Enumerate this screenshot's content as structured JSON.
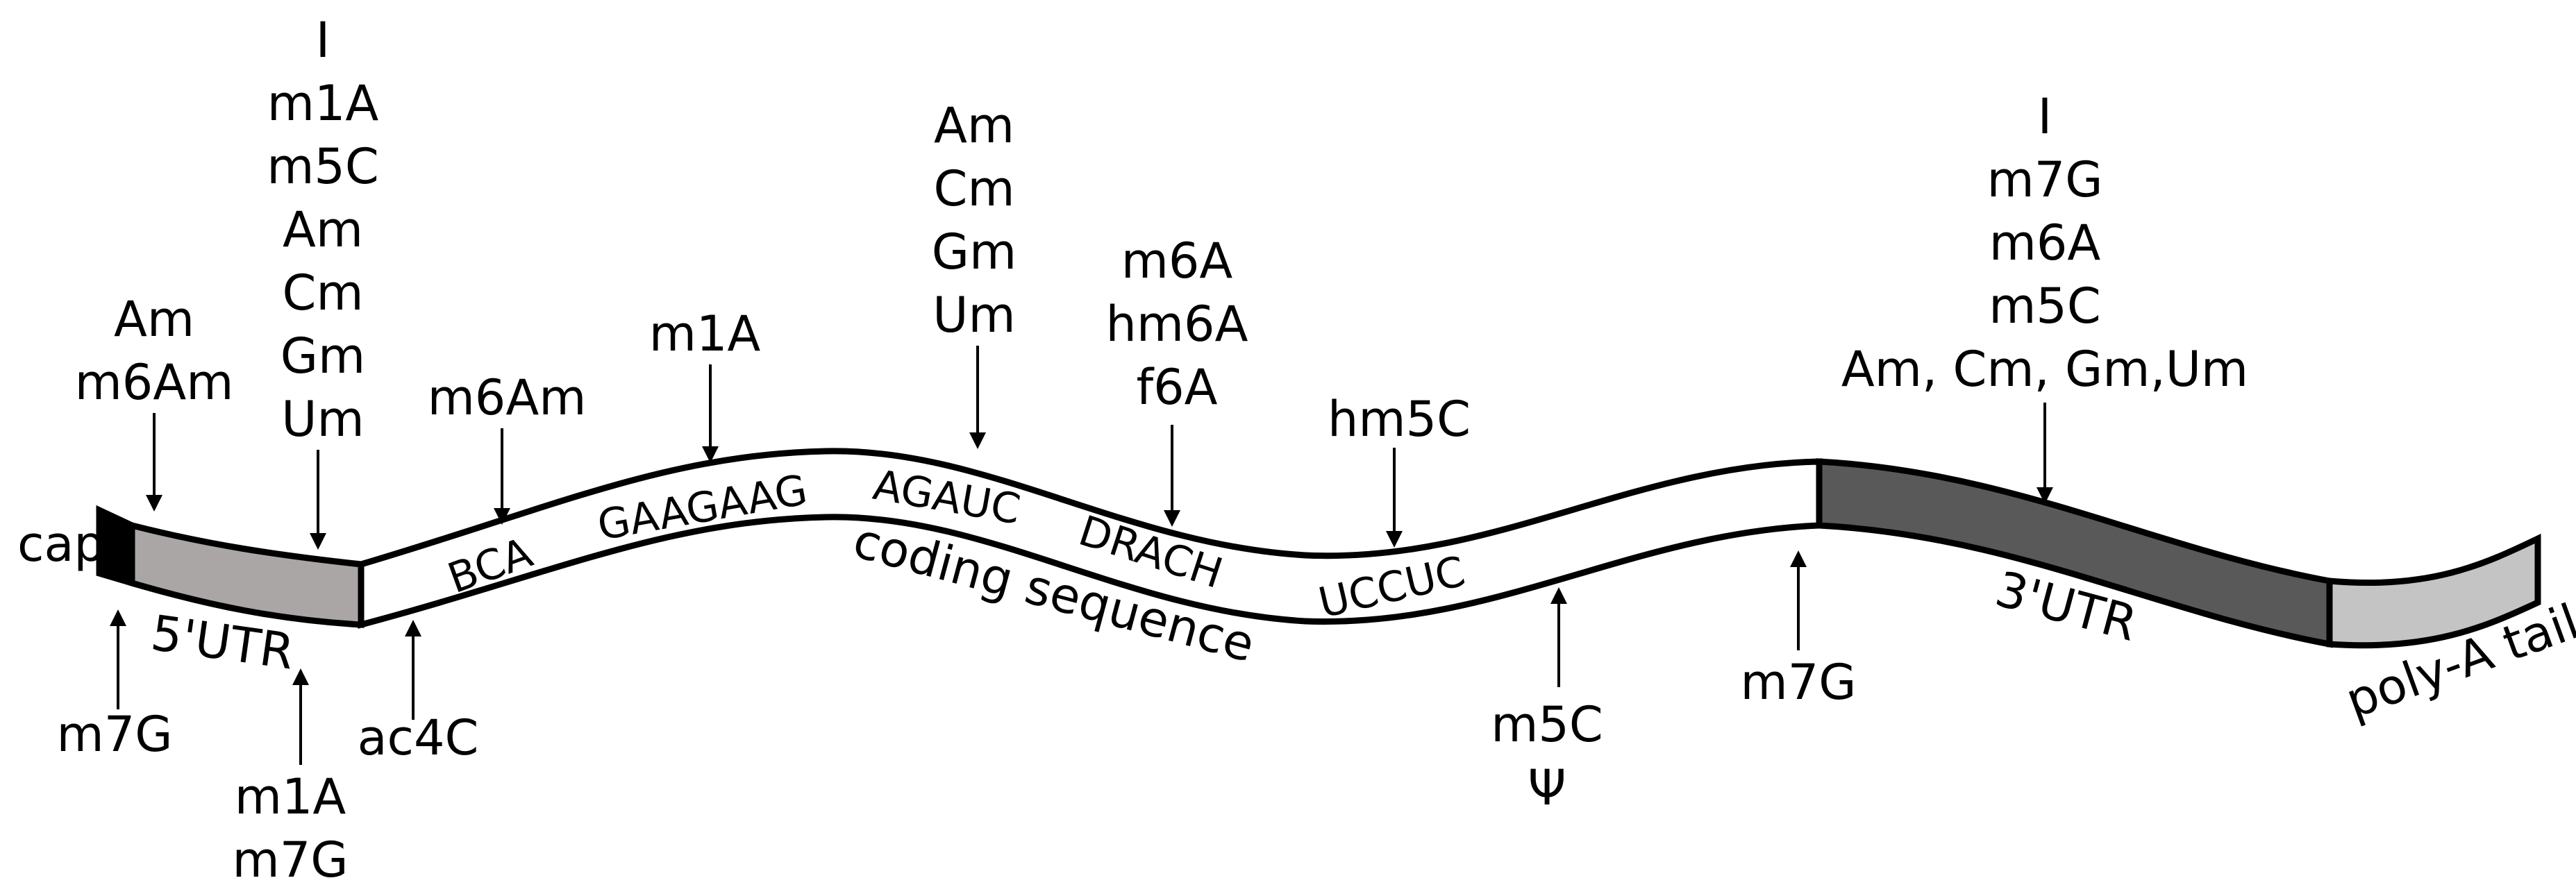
{
  "colors": {
    "cap": "#000000",
    "utr5": "#aaa6a6",
    "coding": "#ffffff",
    "utr3": "#595959",
    "polyA": "#c4c4c4",
    "outline": "#000000"
  },
  "segments": {
    "cap": "cap",
    "utr5": "5'UTR",
    "coding": "coding sequence",
    "utr3": "3'UTR",
    "polyA": "poly-A tail"
  },
  "motifs": [
    "BCA",
    "GAAGAAG",
    "AGAUC",
    "DRACH",
    "UCCUC"
  ],
  "top_marks": [
    {
      "lines": [
        "Am",
        "m6Am"
      ]
    },
    {
      "lines": [
        "I",
        "m1A",
        "m5C",
        "Am",
        "Cm",
        "Gm",
        "Um"
      ]
    },
    {
      "lines": [
        "m6Am"
      ]
    },
    {
      "lines": [
        "m1A"
      ]
    },
    {
      "lines": [
        "Am",
        "Cm",
        "Gm",
        "Um"
      ]
    },
    {
      "lines": [
        "m6A",
        "hm6A",
        "f6A"
      ]
    },
    {
      "lines": [
        "hm5C"
      ]
    },
    {
      "lines": [
        "I",
        "m7G",
        "m6A",
        "m5C",
        "Am, Cm, Gm,Um"
      ]
    }
  ],
  "bottom_marks": [
    {
      "lines": [
        "m7G"
      ]
    },
    {
      "lines": [
        "m1A",
        "m7G"
      ]
    },
    {
      "lines": [
        "ac4C"
      ]
    },
    {
      "lines": [
        "m5C",
        "Ψ"
      ]
    },
    {
      "lines": [
        "m7G"
      ]
    }
  ]
}
